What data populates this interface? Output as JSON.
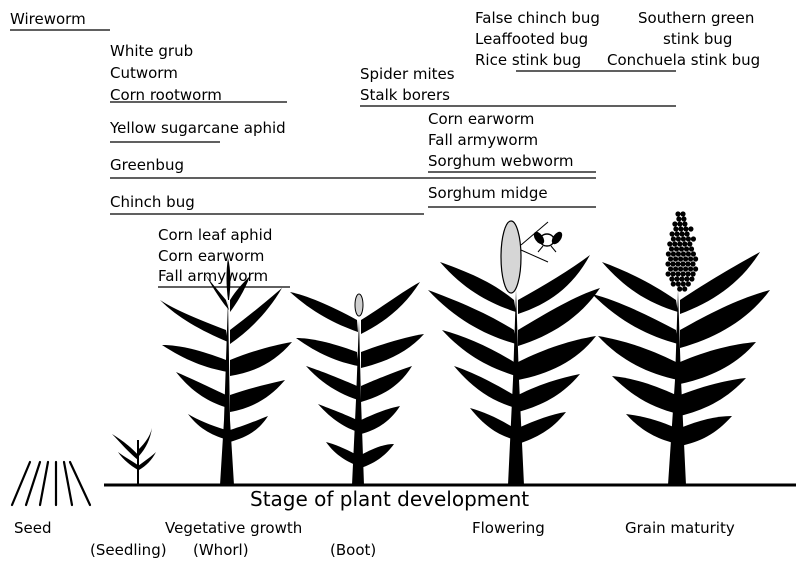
{
  "pests": {
    "wireworm": "Wireworm",
    "white_grub": "White grub",
    "cutworm": "Cutworm",
    "corn_rootworm": "Corn rootworm",
    "yellow_sugarcane_aphid": "Yellow sugarcane aphid",
    "greenbug": "Greenbug",
    "chinch_bug": "Chinch bug",
    "corn_leaf_aphid": "Corn leaf aphid",
    "corn_earworm_early": "Corn earworm",
    "fall_armyworm_early": "Fall armyworm",
    "spider_mites": "Spider mites",
    "stalk_borers": "Stalk borers",
    "corn_earworm_late": "Corn earworm",
    "fall_armyworm_late": "Fall armyworm",
    "sorghum_webworm": "Sorghum webworm",
    "sorghum_midge": "Sorghum midge",
    "false_chinch_bug": "False chinch bug",
    "leaffooted_bug": "Leaffooted bug",
    "rice_stink_bug": "Rice stink bug",
    "southern_green_line1": "Southern green",
    "southern_green_line2": "stink bug",
    "conchuela_stink_bug": "Conchuela stink bug"
  },
  "axis": {
    "title": "Stage of plant development"
  },
  "stages": {
    "seed": "Seed",
    "vegetative": "Vegetative growth",
    "seedling": "(Seedling)",
    "whorl": "(Whorl)",
    "boot": "(Boot)",
    "flowering": "Flowering",
    "grain_maturity": "Grain maturity"
  }
}
